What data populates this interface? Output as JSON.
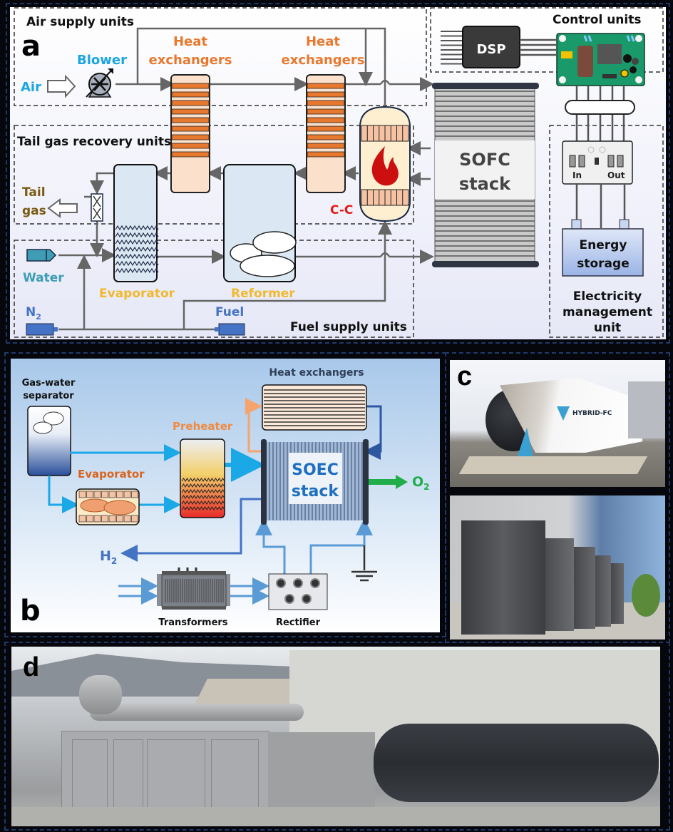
{
  "panel_a": {
    "letter": "a",
    "groups": {
      "air_supply": "Air supply units",
      "tail_gas": "Tail gas recovery units",
      "fuel_supply": "Fuel supply units",
      "control": "Control units",
      "electricity_1": "Electricity",
      "electricity_2": "management",
      "electricity_3": "unit"
    },
    "labels": {
      "air": "Air",
      "blower": "Blower",
      "hx1_l1": "Heat",
      "hx1_l2": "exchangers",
      "hx2_l1": "Heat",
      "hx2_l2": "exchangers",
      "tail_l1": "Tail",
      "tail_l2": "gas",
      "water": "Water",
      "evaporator": "Evaporator",
      "reformer": "Reformer",
      "n2": "N",
      "n2_sub": "2",
      "fuel": "Fuel",
      "cc": "C-C",
      "sofc_l1": "SOFC",
      "sofc_l2": "stack",
      "dsp": "DSP",
      "in": "In",
      "out": "Out",
      "storage_l1": "Energy",
      "storage_l2": "storage"
    },
    "colors": {
      "air": "#1ba6e0",
      "orange": "#e8782e",
      "tail": "#7a5a12",
      "water": "#3e9db5",
      "yellow": "#f0b92e",
      "blue": "#4472c4",
      "red": "#e31a1a"
    }
  },
  "panel_b": {
    "letter": "b",
    "labels": {
      "separator_l1": "Gas-water",
      "separator_l2": "separator",
      "evaporator": "Evaporator",
      "preheater": "Preheater",
      "hx": "Heat exchangers",
      "soec_l1": "SOEC",
      "soec_l2": "stack",
      "o2": "O",
      "o2_sub": "2",
      "h2": "H",
      "h2_sub": "2",
      "transformers": "Transformers",
      "rectifier": "Rectifier"
    }
  },
  "panel_c": {
    "letter": "c",
    "brand": "HYBRID-FC"
  },
  "panel_d": {
    "letter": "d"
  }
}
